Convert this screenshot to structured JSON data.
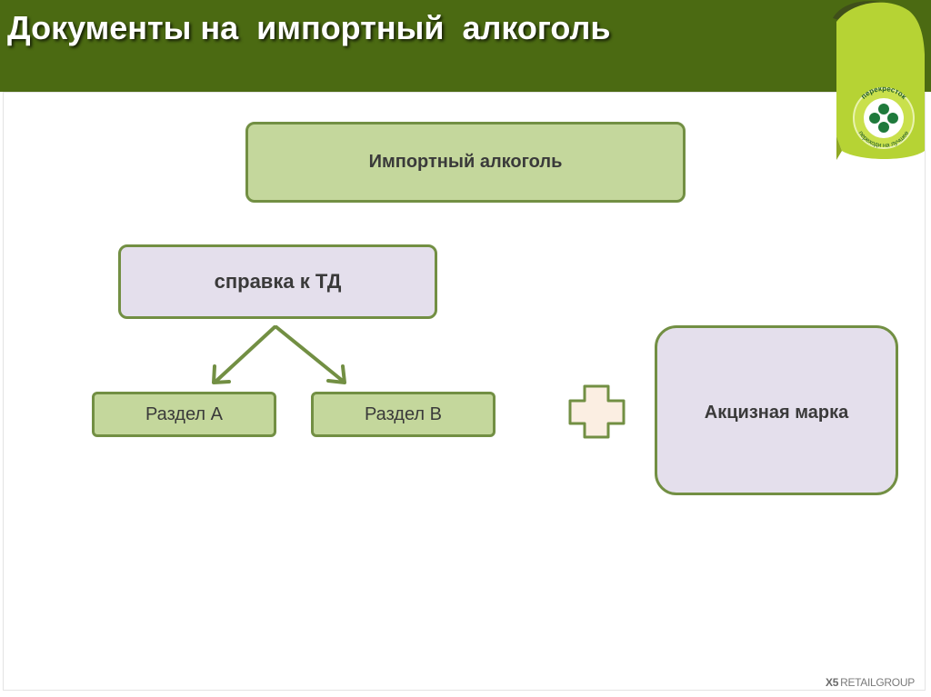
{
  "header": {
    "title": "Документы на  импортный  алкоголь"
  },
  "diagram": {
    "top_box": "Импортный алкоголь",
    "certificate_box": "справка к  ТД",
    "section_a": "Раздел А",
    "section_b": "Раздел  В",
    "excise_box": "Акцизная марка"
  },
  "badge": {
    "brand_text": "перекресток",
    "slogan_text": "переходи на лучшее"
  },
  "footer": {
    "logo_x": "X5",
    "logo_text": "RETAILGROUP"
  },
  "colors": {
    "header_bg": "#4b6a12",
    "box_border": "#728f43",
    "box_green": "#c4d79c",
    "box_lavender": "#e4dfec",
    "arrow": "#728f43",
    "plus_fill": "#fbeee2",
    "plus_stroke": "#728f43",
    "badge_green": "#b6d334"
  },
  "icons": {
    "plus": "plus-icon",
    "arrows": "arrow-icon",
    "badge": "perekrestok-logo-icon"
  }
}
